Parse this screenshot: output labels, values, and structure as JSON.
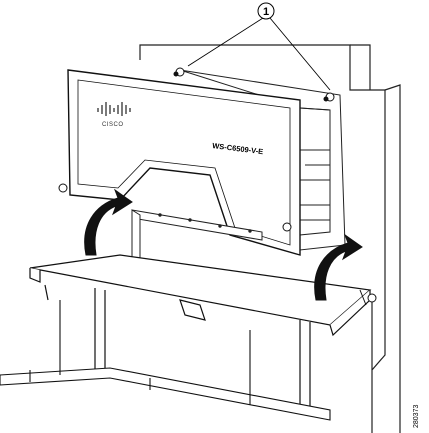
{
  "callout": {
    "number": "1"
  },
  "chassis": {
    "model_label": "WS-C6509-V-E",
    "brand": "CISCO"
  },
  "figure_id": "280373",
  "icons": [
    "cisco-logo-icon",
    "rotate-arrow-icon"
  ]
}
